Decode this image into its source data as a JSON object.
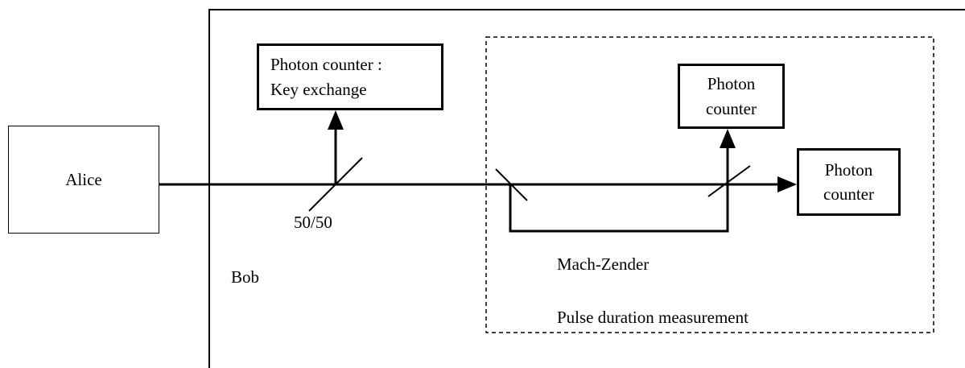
{
  "diagram": {
    "alice_label": "Alice",
    "bob_label": "Bob",
    "key_counter": {
      "line1": "Photon counter :",
      "line2": "Key exchange"
    },
    "mz_counter_up": {
      "line1": "Photon",
      "line2": "counter"
    },
    "mz_counter_right": {
      "line1": "Photon",
      "line2": "counter"
    },
    "splitter_label": "50/50",
    "mach_zender_label": "Mach-Zender",
    "pulse_label": "Pulse duration measurement"
  },
  "colors": {
    "line": "#000000",
    "background": "#ffffff"
  }
}
